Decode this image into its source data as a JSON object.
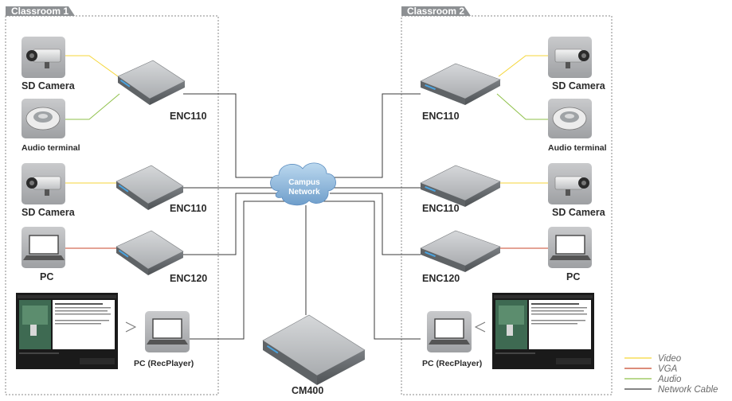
{
  "classrooms": [
    {
      "name": "Classroom 1"
    },
    {
      "name": "Classroom 2"
    }
  ],
  "cloud": {
    "line1": "Campus",
    "line2": "Network"
  },
  "labels": {
    "sd_camera": "SD Camera",
    "audio_terminal": "Audio terminal",
    "pc": "PC",
    "pc_recplayer": "PC (RecPlayer)",
    "enc110": "ENC110",
    "enc120": "ENC120",
    "cm400": "CM400"
  },
  "legend": [
    {
      "label": "Video",
      "color": "#f5d638"
    },
    {
      "label": "VGA",
      "color": "#c8472b"
    },
    {
      "label": "Audio",
      "color": "#8fc14a"
    },
    {
      "label": "Network Cable",
      "color": "#3a3a3a"
    }
  ],
  "colors": {
    "video": "#f5d638",
    "vga": "#c8472b",
    "audio": "#8fc14a",
    "network": "#3a3a3a"
  }
}
